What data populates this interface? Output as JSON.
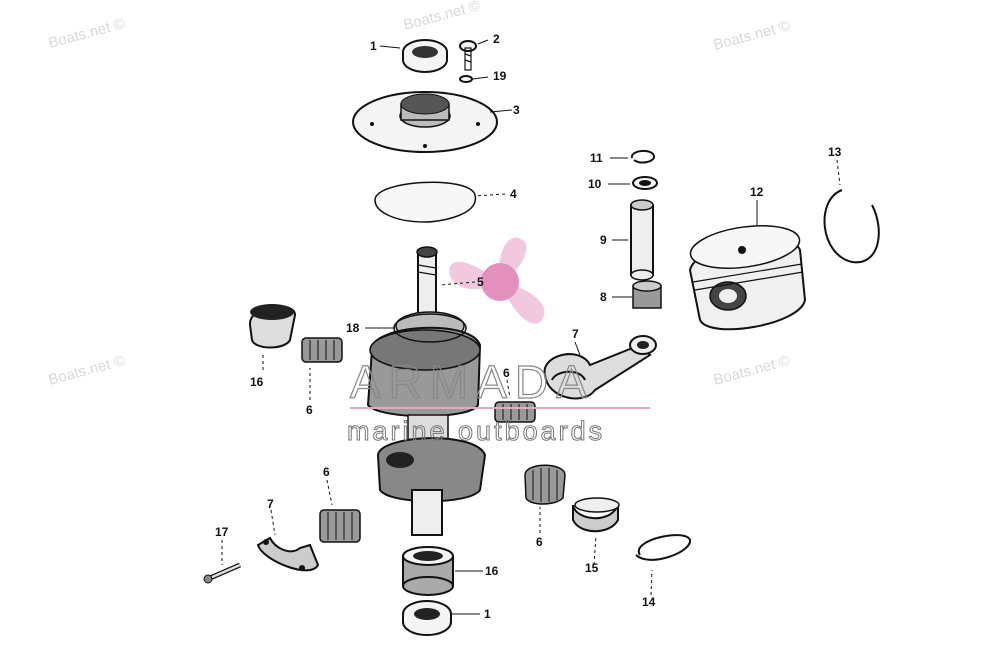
{
  "diagram": {
    "callouts": [
      {
        "id": "callout-1-top",
        "text": "1"
      },
      {
        "id": "callout-2",
        "text": "2"
      },
      {
        "id": "callout-19",
        "text": "19"
      },
      {
        "id": "callout-3",
        "text": "3"
      },
      {
        "id": "callout-4",
        "text": "4"
      },
      {
        "id": "callout-5",
        "text": "5"
      },
      {
        "id": "callout-18",
        "text": "18"
      },
      {
        "id": "callout-16-left",
        "text": "16"
      },
      {
        "id": "callout-6-left",
        "text": "6"
      },
      {
        "id": "callout-6-mid",
        "text": "6"
      },
      {
        "id": "callout-6-lower",
        "text": "6"
      },
      {
        "id": "callout-6-right",
        "text": "6"
      },
      {
        "id": "callout-7-rod",
        "text": "7"
      },
      {
        "id": "callout-7-cap",
        "text": "7"
      },
      {
        "id": "callout-8",
        "text": "8"
      },
      {
        "id": "callout-9",
        "text": "9"
      },
      {
        "id": "callout-10",
        "text": "10"
      },
      {
        "id": "callout-11",
        "text": "11"
      },
      {
        "id": "callout-12",
        "text": "12"
      },
      {
        "id": "callout-13",
        "text": "13"
      },
      {
        "id": "callout-14",
        "text": "14"
      },
      {
        "id": "callout-15",
        "text": "15"
      },
      {
        "id": "callout-16-bottom",
        "text": "16"
      },
      {
        "id": "callout-17",
        "text": "17"
      },
      {
        "id": "callout-1-bottom",
        "text": "1"
      }
    ]
  },
  "watermarks": {
    "site": "Boats.net ©",
    "brand_name": "ARMADA",
    "brand_tagline": "marine outboards"
  },
  "colors": {
    "line": "#111111",
    "watermark": "#d8d8d8",
    "logo_pink": "#e79bc4",
    "logo_rule": "#e7a6c8"
  }
}
